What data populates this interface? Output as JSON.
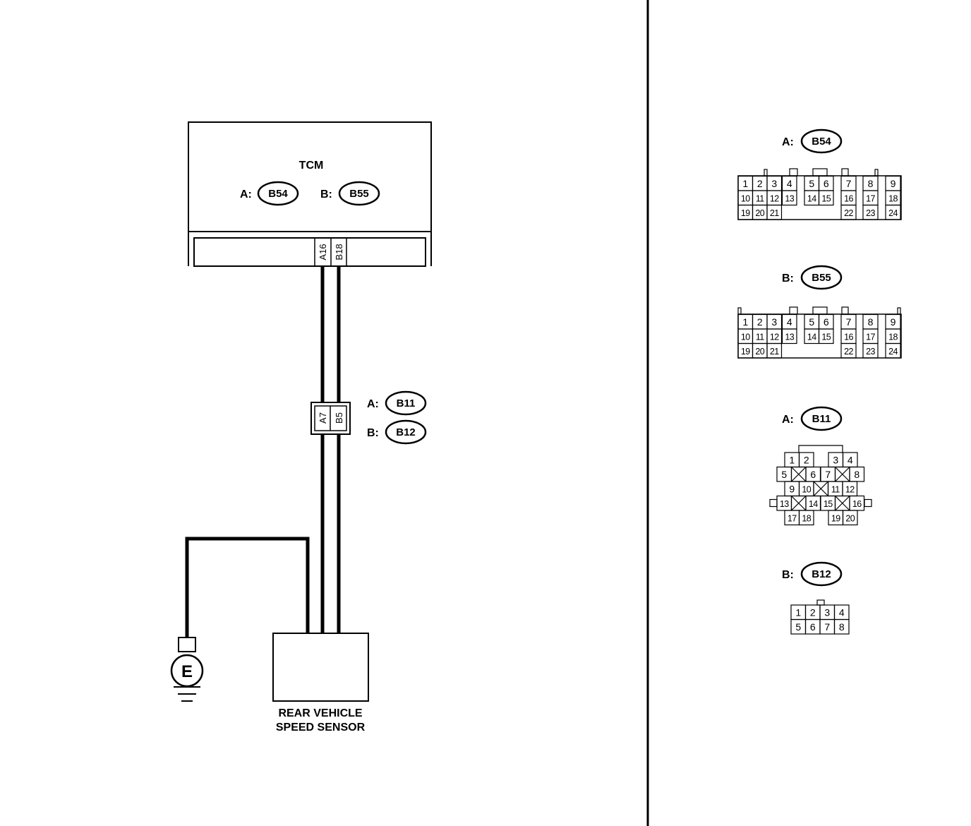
{
  "tcm": {
    "title": "TCM",
    "conn_a_prefix": "A:",
    "conn_a": "B54",
    "conn_b_prefix": "B:",
    "conn_b": "B55",
    "pin_a": "A16",
    "pin_b": "B18"
  },
  "joint": {
    "pin_a": "A7",
    "pin_b": "B5",
    "conn_a_prefix": "A:",
    "conn_a": "B11",
    "conn_b_prefix": "B:",
    "conn_b": "B12"
  },
  "ground": {
    "label": "E"
  },
  "sensor": {
    "label_line1": "REAR VEHICLE",
    "label_line2": "SPEED SENSOR"
  },
  "connectors": {
    "b54": {
      "prefix": "A:",
      "name": "B54"
    },
    "b55": {
      "prefix": "B:",
      "name": "B55"
    },
    "b11": {
      "prefix": "A:",
      "name": "B11"
    },
    "b12": {
      "prefix": "B:",
      "name": "B12"
    }
  },
  "pins24": [
    "1",
    "2",
    "3",
    "4",
    "5",
    "6",
    "7",
    "8",
    "9",
    "10",
    "11",
    "12",
    "13",
    "14",
    "15",
    "16",
    "17",
    "18",
    "19",
    "20",
    "21",
    "22",
    "23",
    "24"
  ],
  "pins20": [
    "1",
    "2",
    "3",
    "4",
    "5",
    "6",
    "7",
    "8",
    "9",
    "10",
    "11",
    "12",
    "13",
    "14",
    "15",
    "16",
    "17",
    "18",
    "19",
    "20"
  ],
  "pins8": [
    "1",
    "2",
    "3",
    "4",
    "5",
    "6",
    "7",
    "8"
  ]
}
